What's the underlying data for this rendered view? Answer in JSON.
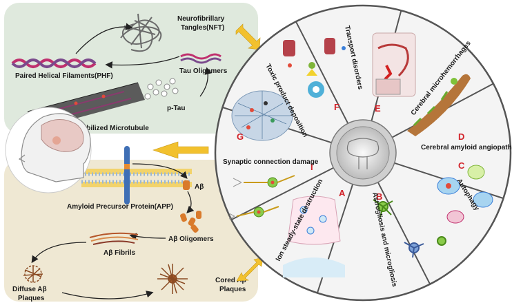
{
  "tau_panel": {
    "nft": "Neurofibrillary",
    "nft2": "Tangles(NFT)",
    "phf": "Paired Helical Filaments(PHF)",
    "tau_oligomers": "Tau Oligomers",
    "p_tau": "p-Tau",
    "microtubule": "Destabilized Microtubule"
  },
  "amyloid_panel": {
    "abeta": "Aβ",
    "app": "Amyloid Precursor Protein(APP)",
    "oligomers": "Aβ Oligomers",
    "fibrils": "Aβ Fibrils",
    "diffuse1": "Diffuse Aβ",
    "diffuse2": "Plaques",
    "cored1": "Cored Aβ",
    "cored2": "Plaques"
  },
  "wheel": {
    "segments": [
      {
        "letter": "A",
        "label": "Ion steady-state destruction"
      },
      {
        "letter": "B",
        "label": "Astrogliosis and microgliosis"
      },
      {
        "letter": "C",
        "label": "Autophagy"
      },
      {
        "letter": "D",
        "label": "Cerebral amyloid angiopathy"
      },
      {
        "letter": "E",
        "label": "Cerebral microhemorrhages"
      },
      {
        "letter": "F",
        "label": "Transport disorders"
      },
      {
        "letter": "G",
        "label": "Toxic product deposition"
      },
      {
        "letter": "I",
        "label": "Synaptic connection damage"
      }
    ]
  },
  "colors": {
    "tau_bg": "#dfe9dd",
    "amyloid_bg": "#efe8d3",
    "wheel_fill": "#e6e6e6",
    "wheel_edge": "#555555",
    "arrow": "#f2c12e",
    "letter": "#d2232a"
  }
}
